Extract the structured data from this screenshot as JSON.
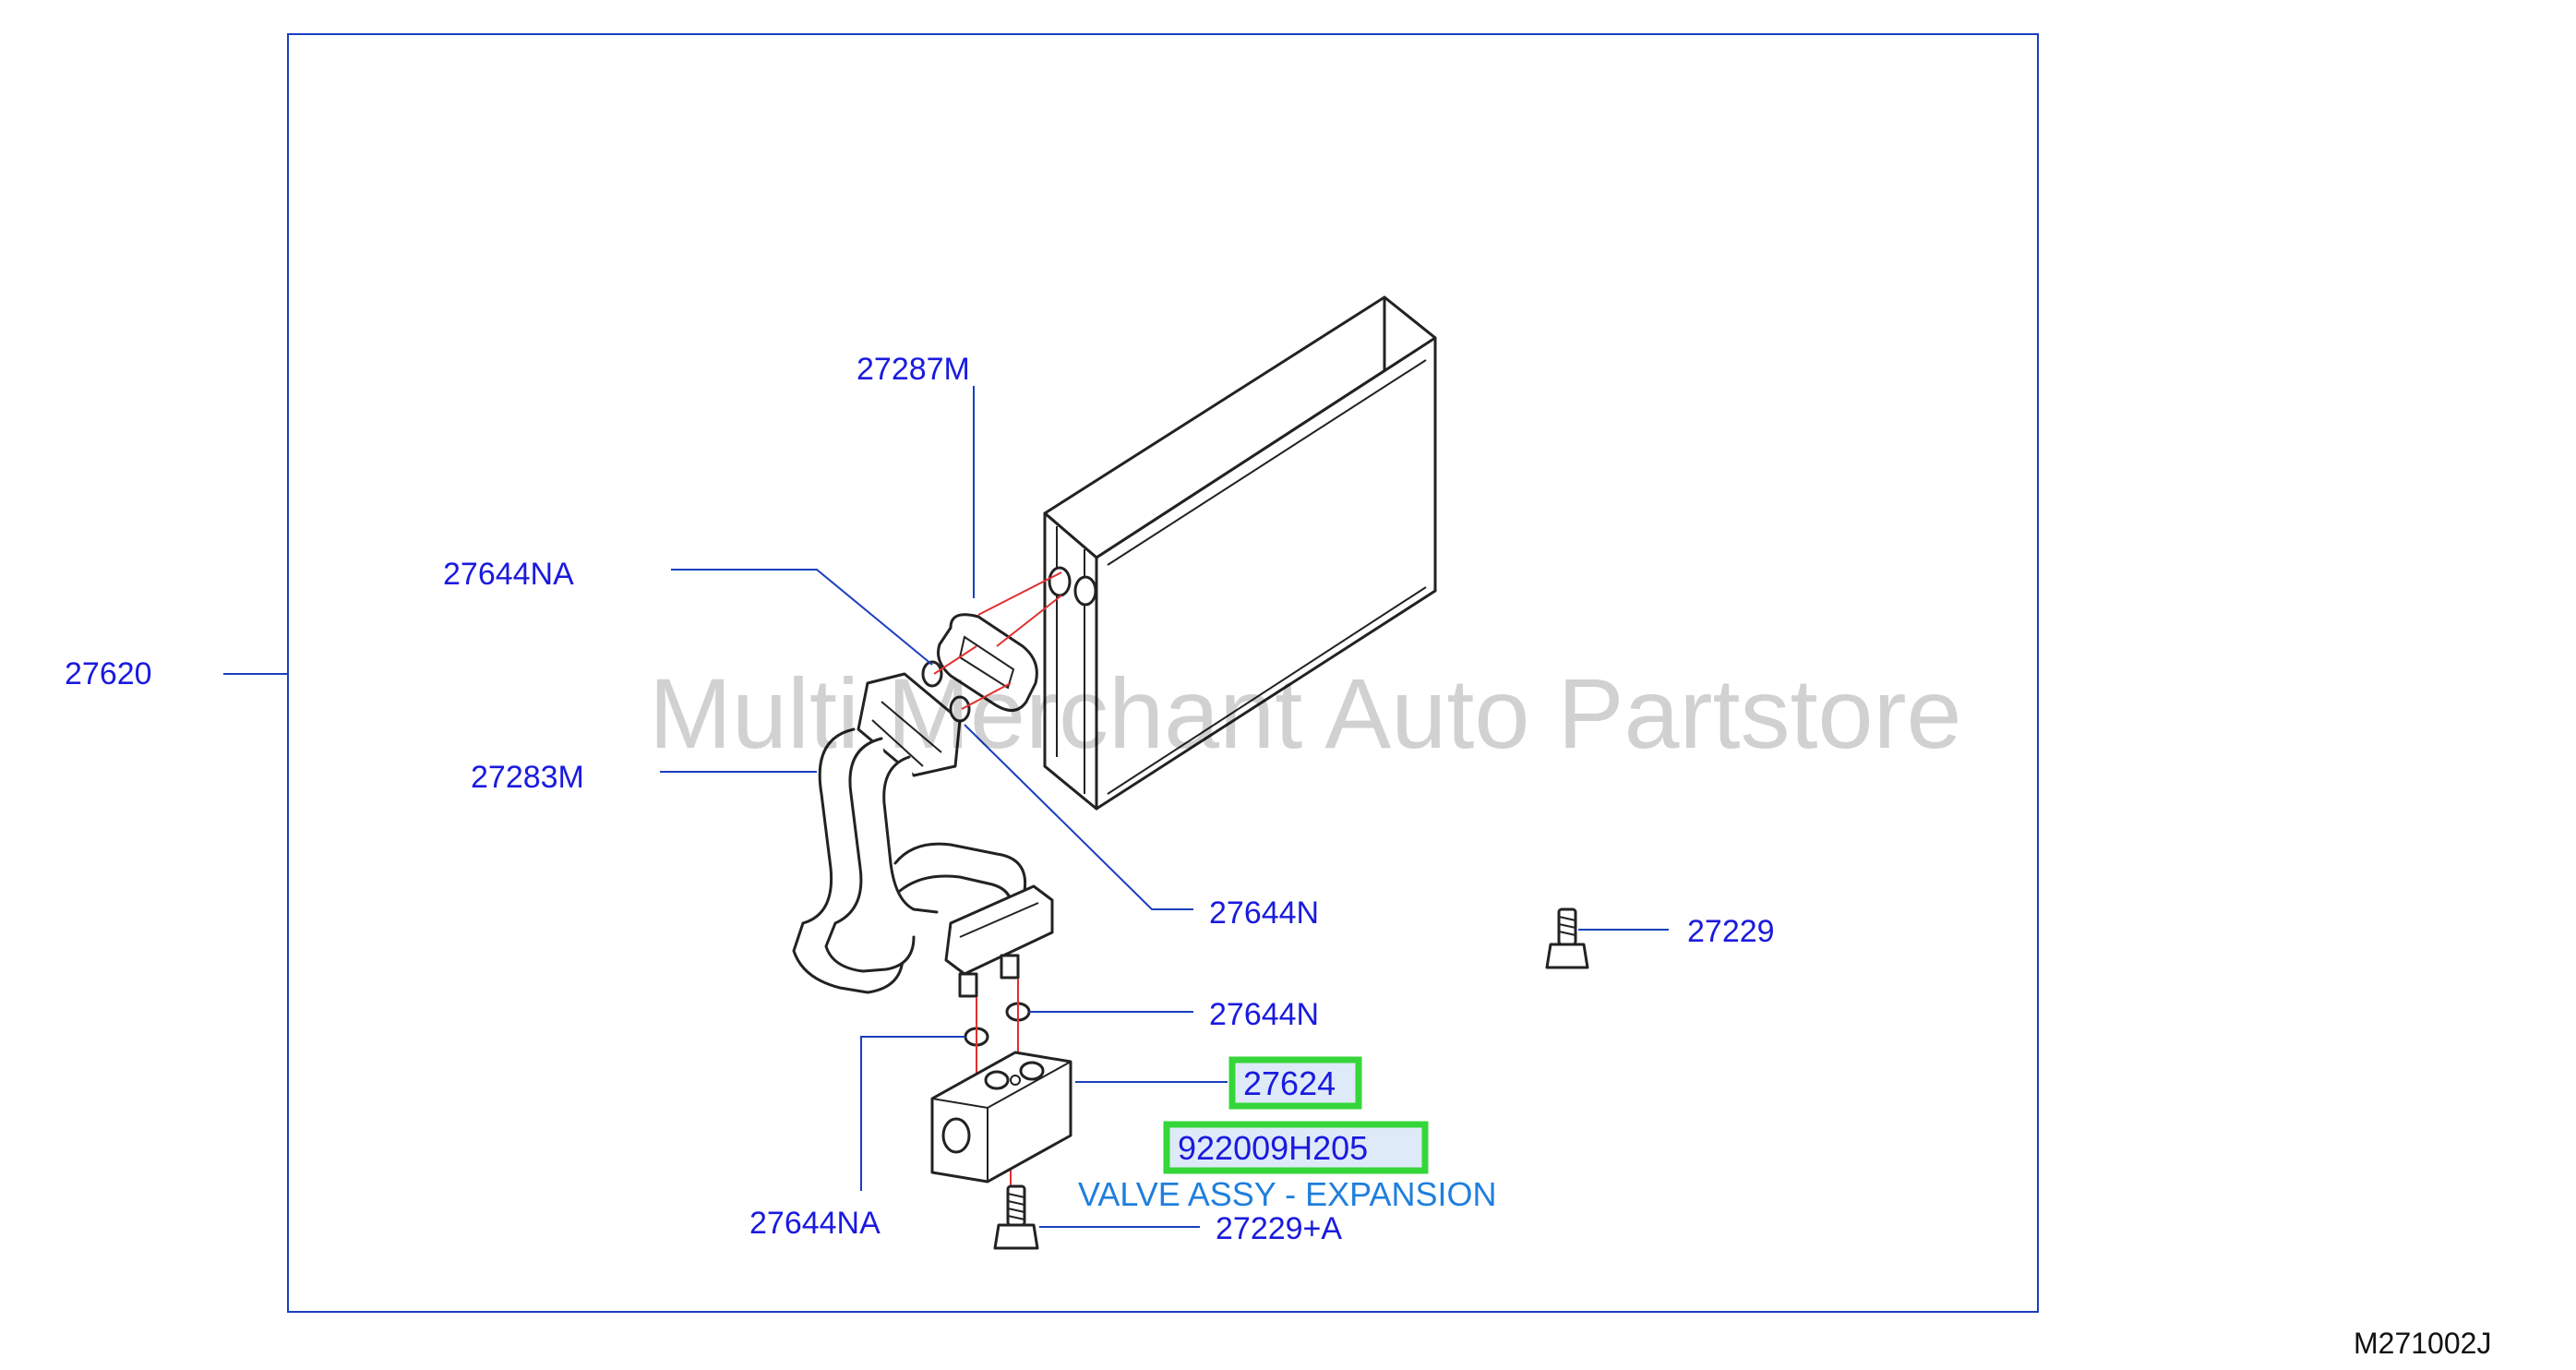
{
  "diagram_code": "M271002J",
  "watermark": "Multi Merchant Auto Partstore",
  "callouts": {
    "assembly": "27620",
    "seal_top": "27287M",
    "oring_upper_left": "27644NA",
    "pipe": "27283M",
    "oring_mid": "27644N",
    "bolt_right": "27229",
    "oring_lower": "27644N",
    "valve": "27624",
    "oring_lower_left": "27644NA",
    "bolt_bottom": "27229+A"
  },
  "highlighted_part": {
    "part_number": "922009H205",
    "description": "VALVE ASSY - EXPANSION"
  },
  "colors": {
    "label_blue": "#1a1adf",
    "description_blue": "#1f7fdc",
    "highlight_green": "#35d63a",
    "frame_blue": "#1a3fbf",
    "guide_red": "#e03030"
  }
}
